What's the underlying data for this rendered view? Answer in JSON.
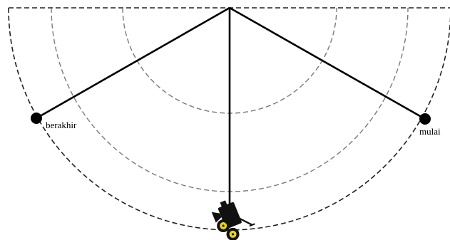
{
  "diagram": {
    "labels": {
      "end_point": "berakhir",
      "start_point": "mulai"
    },
    "rings": 3,
    "rays": 3,
    "icons": {
      "camera": "movie-camera-icon"
    },
    "colors": {
      "line": "#000000",
      "ring": "#7a7a7a",
      "outer_ring": "#222222",
      "wheel": "#e8d800",
      "background": "#ffffff"
    }
  }
}
